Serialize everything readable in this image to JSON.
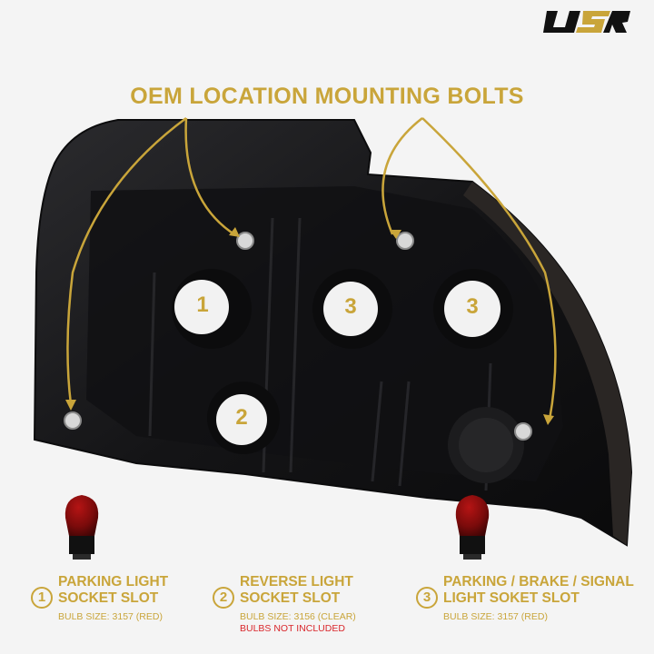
{
  "brand": {
    "logo_text": "USR"
  },
  "headline": "OEM LOCATION MOUNTING BOLTS",
  "socket_markers": [
    "1",
    "3",
    "3",
    "2"
  ],
  "legend": [
    {
      "number": "1",
      "title_line1": "PARKING LIGHT",
      "title_line2": "SOCKET SLOT",
      "bulb_size": "BULB SIZE: 3157 (RED)"
    },
    {
      "number": "2",
      "title_line1": "REVERSE LIGHT",
      "title_line2": "SOCKET SLOT",
      "bulb_size": "BULB SIZE: 3156 (CLEAR)",
      "note": "BULBS NOT INCLUDED"
    },
    {
      "number": "3",
      "title_line1": "PARKING / BRAKE / SIGNAL",
      "title_line2": "LIGHT SOKET SLOT",
      "bulb_size": "BULB SIZE: 3157 (RED)"
    }
  ],
  "colors": {
    "accent": "#c9a53a",
    "warning": "#d9262b",
    "housing": "#1a1a1c",
    "background": "#f4f4f4"
  }
}
